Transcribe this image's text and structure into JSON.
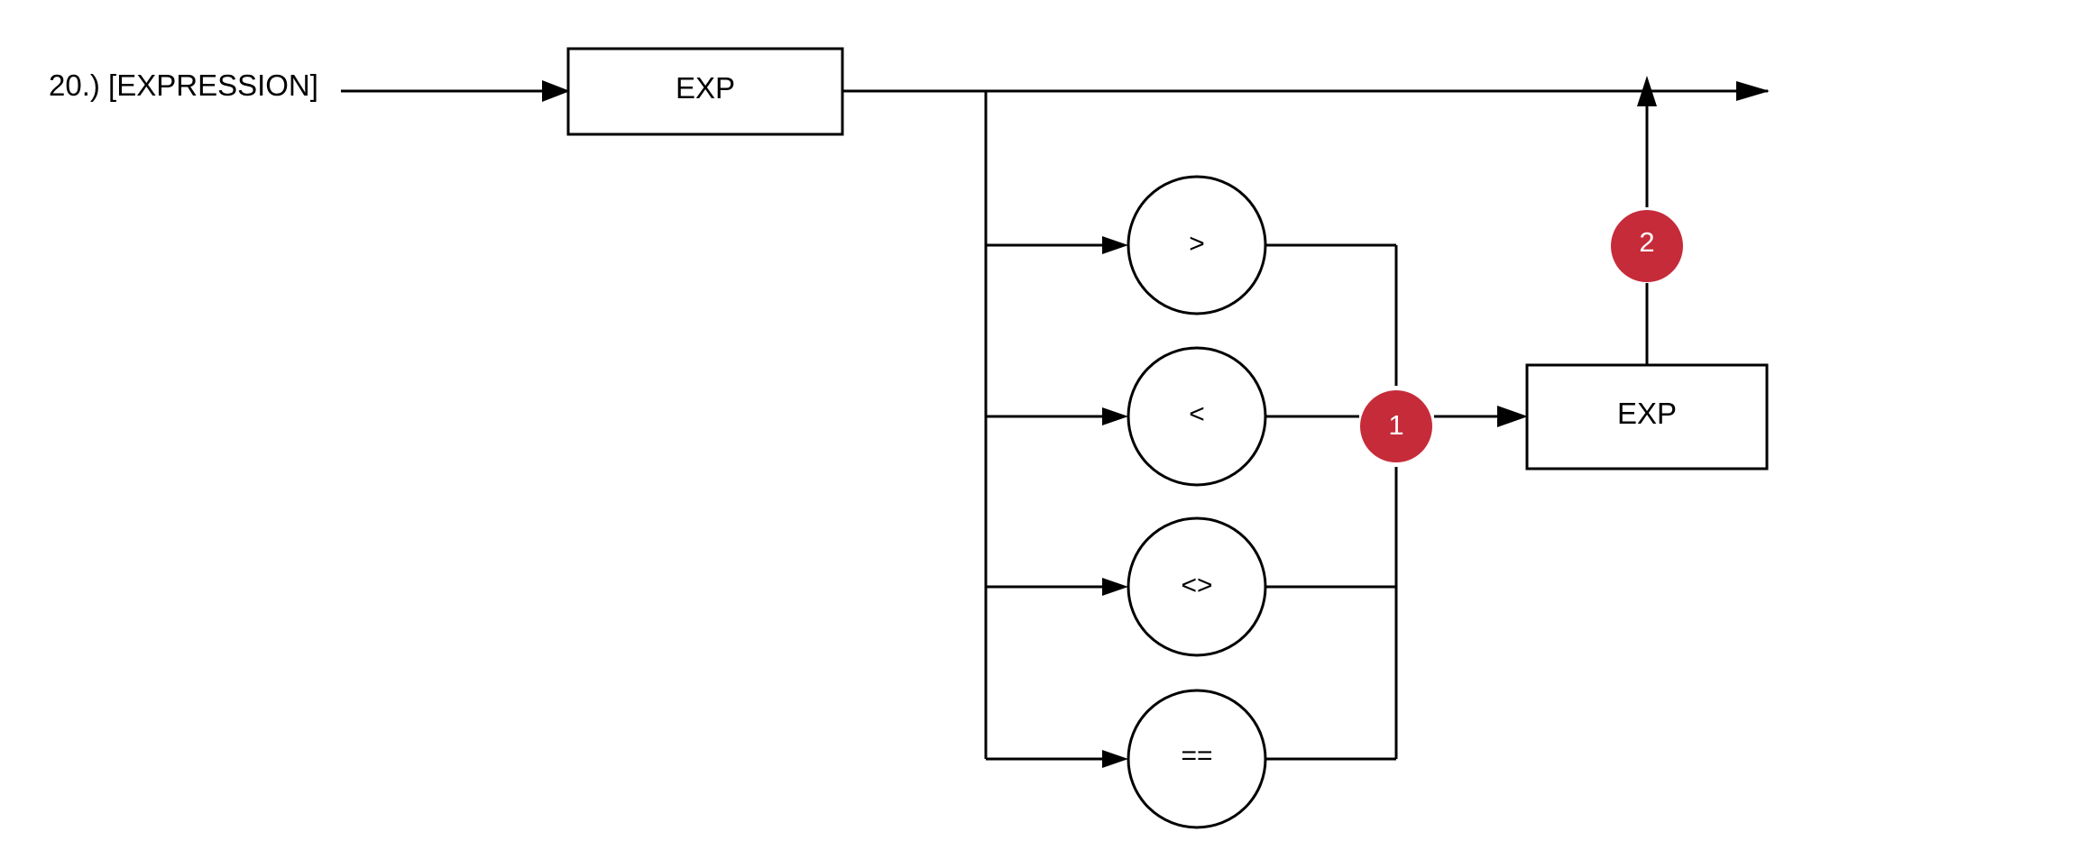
{
  "rule": {
    "title": "20.) [EXPRESSION]"
  },
  "nodes": {
    "exp_left": "EXP",
    "exp_right": "EXP",
    "op_gt": ">",
    "op_lt": "<",
    "op_ne": "<>",
    "op_eq": "=="
  },
  "badges": {
    "badge_1": "1",
    "badge_2": "2"
  },
  "colors": {
    "badge": "#c62b39",
    "stroke": "#000000",
    "background": "#ffffff"
  }
}
